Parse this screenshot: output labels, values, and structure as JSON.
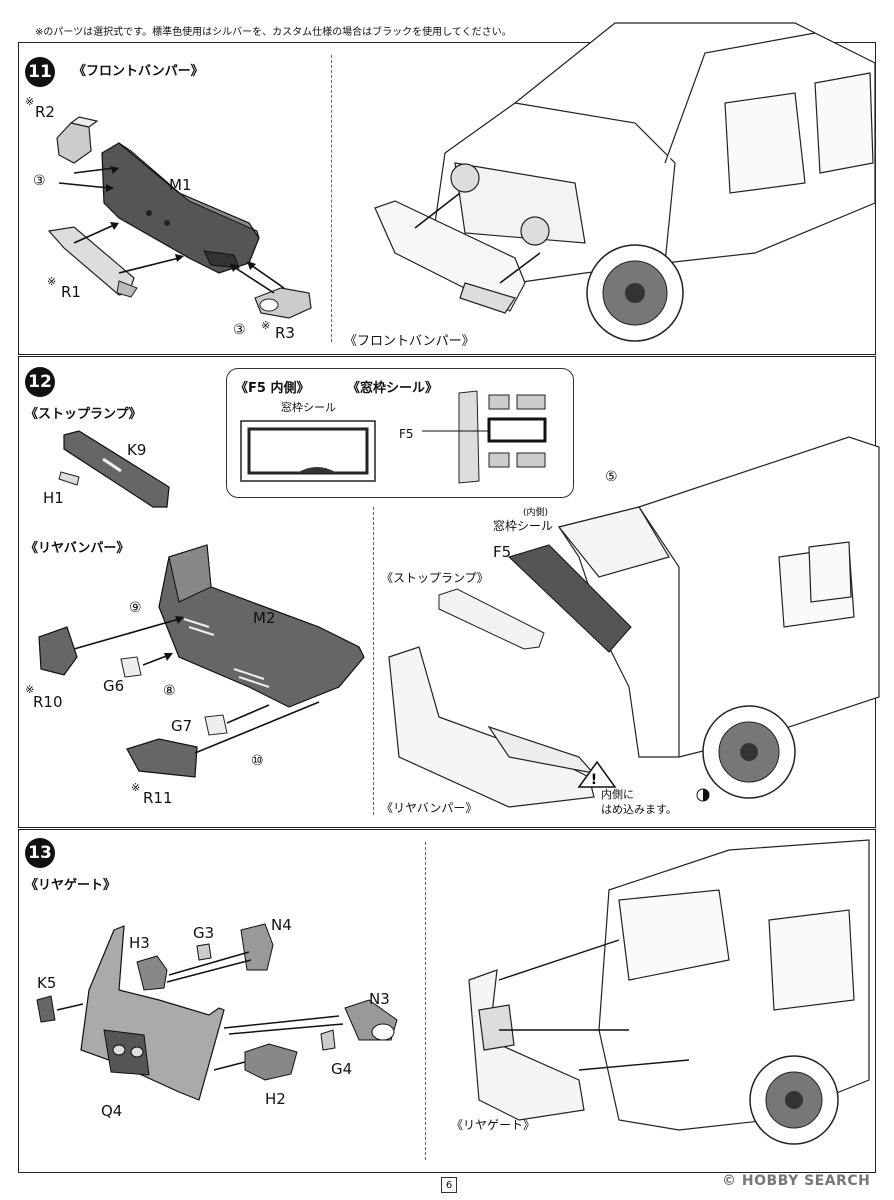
{
  "note": "※のパーツは選択式です。標準色使用はシルバーを、カスタム仕様の場合はブラックを使用してください。",
  "step11": {
    "number": "11",
    "title": "《フロントバンパー》",
    "parts": [
      "R2",
      "M1",
      "R1",
      "R3"
    ],
    "markers": {
      "r2": "※",
      "r1": "※",
      "r3": "※"
    },
    "pins": [
      "③",
      "③"
    ],
    "caption": "《フロントバンパー》"
  },
  "step12": {
    "number": "12",
    "title_stop": "《ストップランプ》",
    "title_rear": "《リヤバンパー》",
    "inset": {
      "left_title": "《F5 内側》",
      "left_sub": "窓枠シール",
      "right_title": "《窓枠シール》",
      "right_part": "F5"
    },
    "stop_parts": [
      "K9",
      "H1"
    ],
    "rear_parts": [
      "M2",
      "R10",
      "G6",
      "G7",
      "R11"
    ],
    "markers": {
      "r10": "※",
      "r11": "※"
    },
    "pins": [
      "⑨",
      "⑧",
      "⑩",
      "⑤"
    ],
    "right": {
      "inner_small": "(内側)",
      "seal": "窓枠シール",
      "part": "F5",
      "stop_caption": "《ストップランプ》",
      "rear_caption": "《リヤバンパー》",
      "warn_line1": "内側に",
      "warn_line2": "はめ込みます。"
    }
  },
  "step13": {
    "number": "13",
    "title": "《リヤゲート》",
    "parts": [
      "H3",
      "G3",
      "N4",
      "K5",
      "N3",
      "G4",
      "H2",
      "Q4"
    ],
    "caption": "《リヤゲート》"
  },
  "page_number": "6",
  "watermark": "© HOBBY SEARCH"
}
